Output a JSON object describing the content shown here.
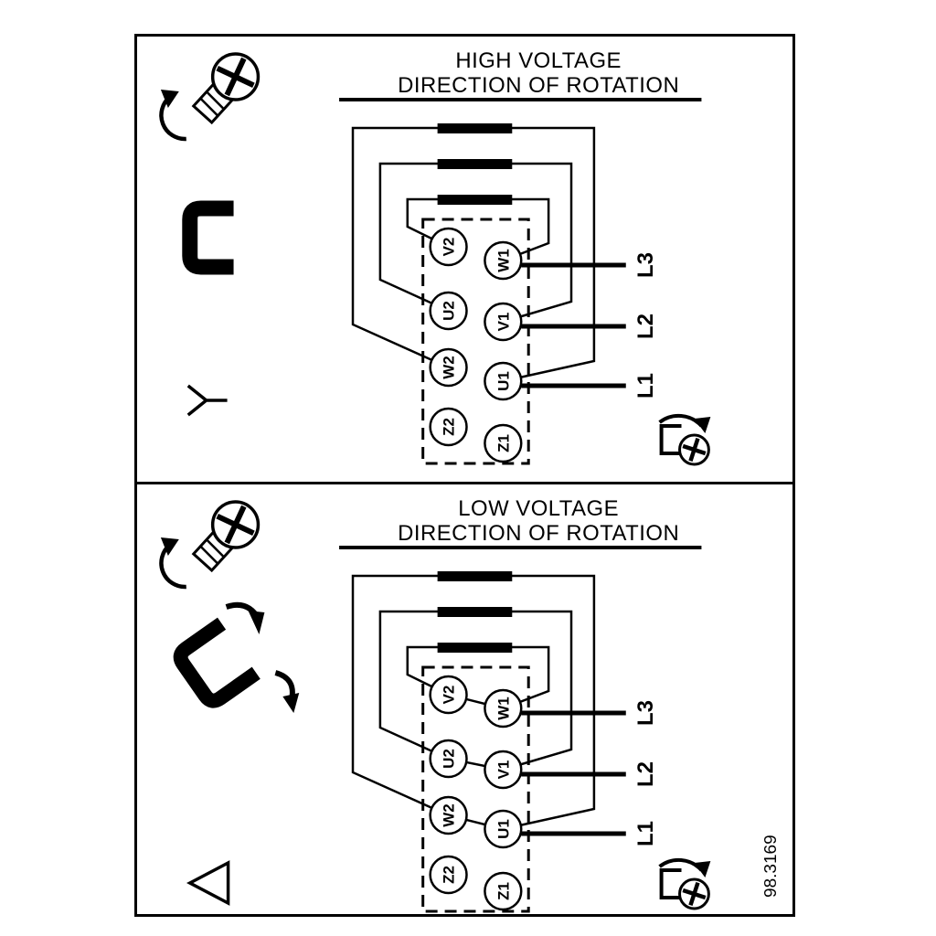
{
  "drawing_number": "98.3169",
  "colors": {
    "line": "#000000",
    "background": "#ffffff"
  },
  "panels": [
    {
      "id": "high-voltage",
      "title_line1": "HIGH VOLTAGE",
      "title_line2": "DIRECTION OF ROTATION",
      "winding_connection": "star",
      "icons": [
        "screw-rotation-icon",
        "star-jumper-bracket-icon",
        "star-symbol",
        "rotation-direction-icon"
      ],
      "terminals_left": [
        "V2",
        "U2",
        "W2",
        "Z2"
      ],
      "terminals_right": [
        "W1",
        "V1",
        "U1",
        "Z1"
      ],
      "supply_lines": [
        "L3",
        "L2",
        "L1"
      ]
    },
    {
      "id": "low-voltage",
      "title_line1": "LOW VOLTAGE",
      "title_line2": "DIRECTION OF ROTATION",
      "winding_connection": "delta",
      "icons": [
        "screw-rotation-icon",
        "delta-jumper-icons",
        "delta-symbol",
        "rotation-direction-icon"
      ],
      "terminals_left": [
        "V2",
        "U2",
        "W2",
        "Z2"
      ],
      "terminals_right": [
        "W1",
        "V1",
        "U1",
        "Z1"
      ],
      "supply_lines": [
        "L3",
        "L2",
        "L1"
      ]
    }
  ]
}
